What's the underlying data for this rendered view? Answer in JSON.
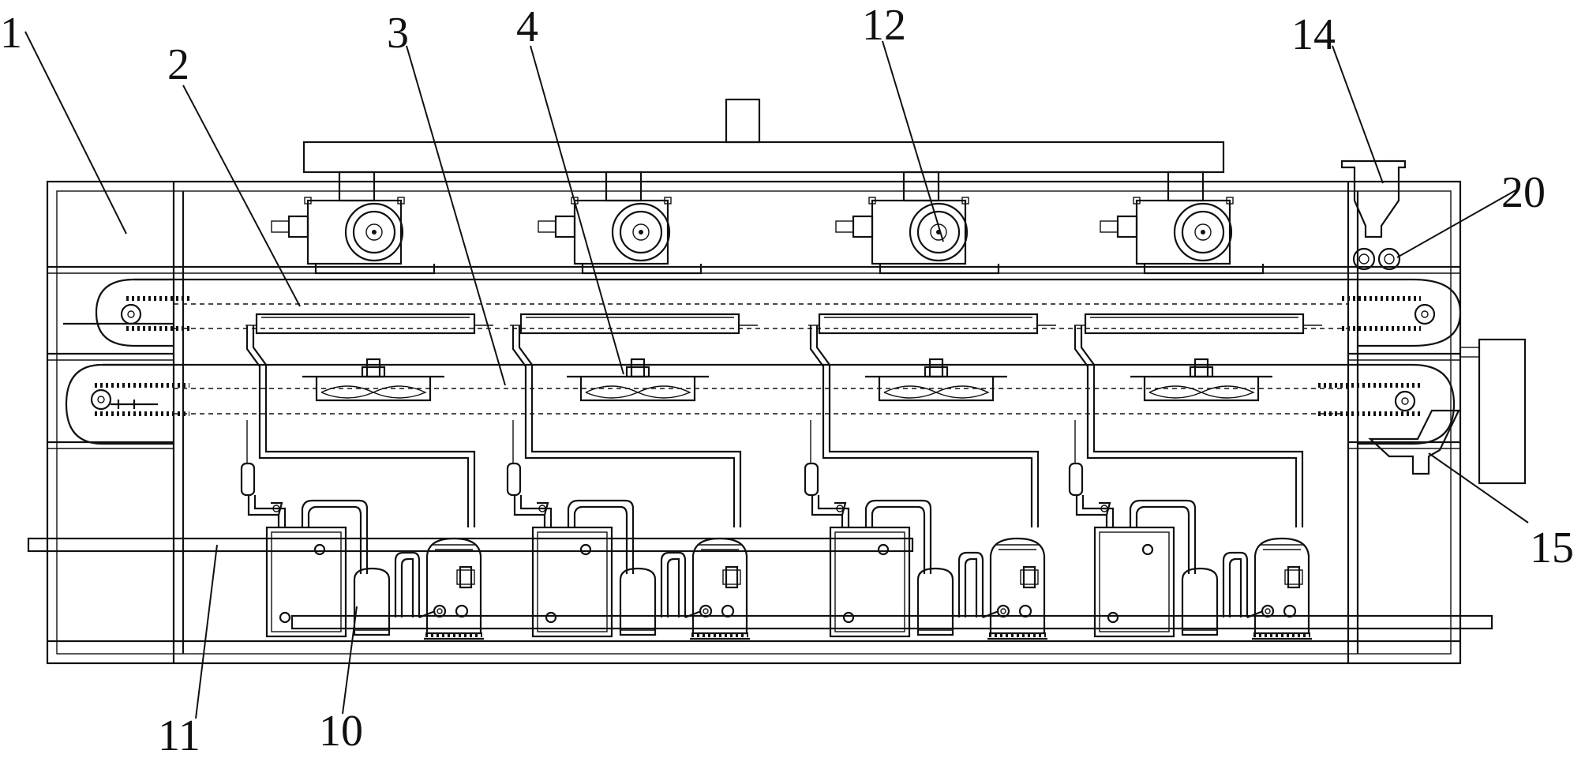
{
  "labels": {
    "l1": "1",
    "l2": "2",
    "l3": "3",
    "l4": "4",
    "l10": "10",
    "l11": "11",
    "l12": "12",
    "l14": "14",
    "l15": "15",
    "l20": "20"
  }
}
